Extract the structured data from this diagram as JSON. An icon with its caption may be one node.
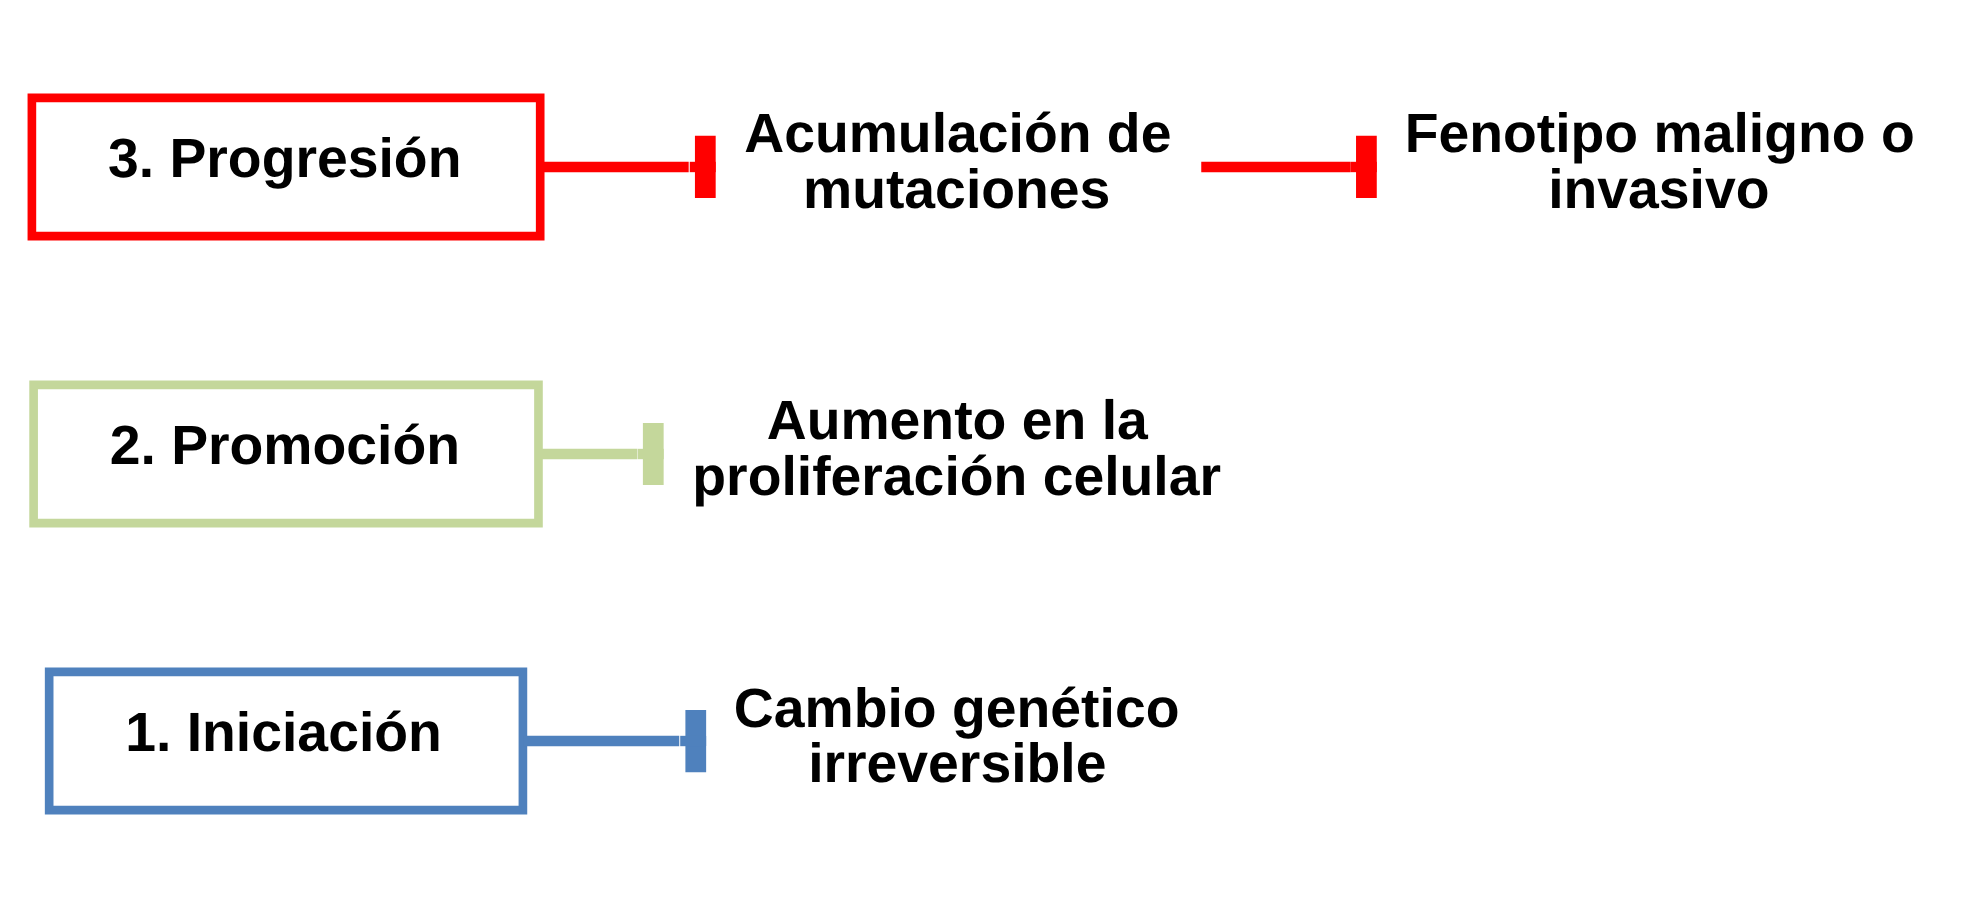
{
  "diagram": {
    "nodes": [
      {
        "text": [
          "1. Iniciación"
        ]
      },
      {
        "text": [
          "Cambio genético irreversible"
        ]
      },
      {
        "text": [
          "2. Promoción"
        ]
      },
      {
        "text": [
          "Aumento en la proliferación celular"
        ]
      },
      {
        "text": [
          "3. Progresión"
        ]
      },
      {
        "text": [
          "Acumulación de mutaciones"
        ]
      },
      {
        "text": [
          "Fenotipo maligno o invasivo"
        ]
      }
    ],
    "edges": [
      {
        "from": 0,
        "to": 1,
        "arrow": "other",
        "color": "#4f81bd"
      },
      {
        "from": 2,
        "to": 3,
        "arrow": "other",
        "color": "#c4d79b"
      },
      {
        "from": 4,
        "to": 5,
        "arrow": "other",
        "color": "#ff0000"
      },
      {
        "from": 5,
        "to": 6,
        "arrow": "other",
        "color": "#ff0000"
      }
    ]
  }
}
